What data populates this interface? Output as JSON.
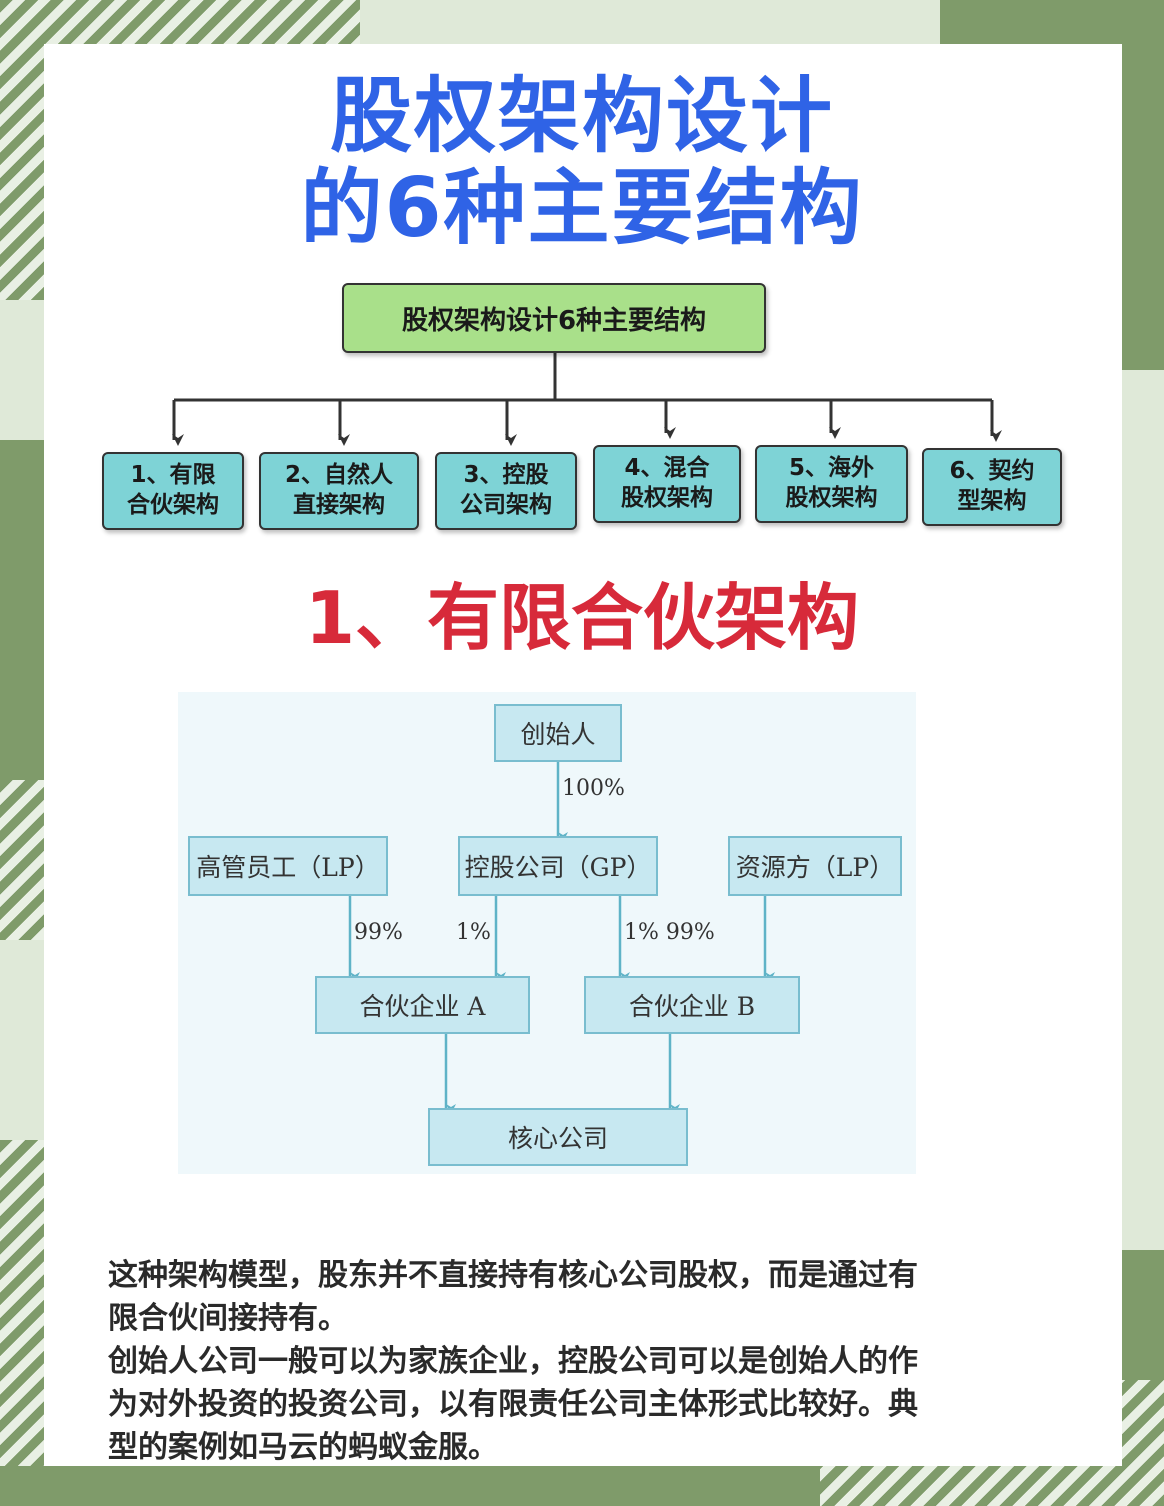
{
  "title": {
    "line1": "股权架构设计",
    "line2": "的6种主要结构"
  },
  "tree": {
    "root": "股权架构设计6种主要结构",
    "types": [
      {
        "line1": "1、有限",
        "line2": "合伙架构"
      },
      {
        "line1": "2、自然人",
        "line2": "直接架构"
      },
      {
        "line1": "3、控股",
        "line2": "公司架构"
      },
      {
        "line1": "4、混合",
        "line2": "股权架构"
      },
      {
        "line1": "5、海外",
        "line2": "股权架构"
      },
      {
        "line1": "6、契约",
        "line2": "型架构"
      }
    ]
  },
  "section": {
    "title": "1、有限合伙架构"
  },
  "structure": {
    "founder": "创始人",
    "founder_pct": "100%",
    "executives": "高管员工（LP）",
    "holding": "控股公司（GP）",
    "resource": "资源方（LP）",
    "pct_exec_to_a": "99%",
    "pct_holding_to_a": "1%",
    "pct_holding_to_b": "1% 99%",
    "partnership_a": "合伙企业 A",
    "partnership_b": "合伙企业 B",
    "core": "核心公司"
  },
  "description": {
    "line1": "这种架构模型，股东并不直接持有核心公司股权，而是通过有",
    "line2": "限合伙间接持有。",
    "line3": "创始人公司一般可以为家族企业，控股公司可以是创始人的作",
    "line4": "为对外投资的投资公司，以有限责任公司主体形式比较好。典",
    "line5": "型的案例如马云的蚂蚁金服。"
  },
  "colors": {
    "title": "#2f63e6",
    "section_title": "#d72a3a",
    "root_fill": "#a9e08a",
    "type_fill": "#7ed3d6",
    "node_fill": "#c7e8f1",
    "node_border": "#79bdcf",
    "background_green": "#7f9b6a"
  }
}
